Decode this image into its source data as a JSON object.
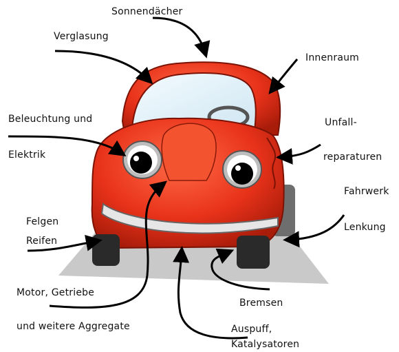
{
  "labels": {
    "sonnendaecher": "Sonnendächer",
    "verglasung": "Verglasung",
    "innenraum": "Innenraum",
    "beleuchtung_1": "Beleuchtung und",
    "beleuchtung_2": "Elektrik",
    "unfall_1": "Unfall-",
    "unfall_2": "reparaturen",
    "fahrwerk": "Fahrwerk",
    "lenkung": "Lenkung",
    "felgen": "Felgen",
    "reifen": "Reifen",
    "motor_1": "Motor, Getriebe",
    "motor_2": "und weitere Aggregate",
    "bremsen": "Bremsen",
    "auspuff_1": "Auspuff,",
    "auspuff_2": "Katalysatoren"
  },
  "colors": {
    "car_body": "#e8321a",
    "car_dark": "#b21f0c",
    "car_light": "#ff6a45",
    "window": "#dff0f8",
    "shadow": "#c8c8c8",
    "arrow": "#000000",
    "tire": "#2a2a2a"
  }
}
